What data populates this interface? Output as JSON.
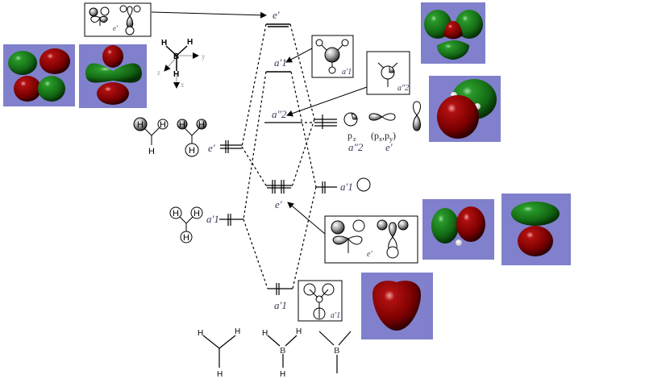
{
  "colors": {
    "panel_bg": "#8080cc",
    "lobe_red": "#8b0000",
    "lobe_green": "#1a7a1a",
    "line": "#000000",
    "axis_gray": "#999999"
  },
  "coordinate_axes": {
    "atoms": [
      "H",
      "H",
      "B",
      "H"
    ],
    "axes": [
      "y",
      "z",
      "x"
    ]
  },
  "mo_levels": [
    {
      "id": "e-prime-antibonding",
      "label": "e′",
      "electrons": 0
    },
    {
      "id": "a1-prime-antibonding",
      "label": "a′1",
      "electrons": 0
    },
    {
      "id": "a2-double-prime-nonbonding",
      "label": "a″2",
      "electrons": 0
    },
    {
      "id": "e-prime-bonding",
      "label": "e′",
      "electrons": 4
    },
    {
      "id": "a1-prime-bonding",
      "label": "a′1",
      "electrons": 2
    }
  ],
  "fragment_h3": {
    "levels": [
      {
        "label": "e′",
        "electrons": 2
      },
      {
        "label": "a′1",
        "electrons": 2
      }
    ],
    "atom_label": "H"
  },
  "fragment_b": {
    "levels": [
      {
        "label": "a′1",
        "electrons": 2
      },
      {
        "label": "p",
        "electrons": 1
      }
    ],
    "p_labels": {
      "pz": "p",
      "pz_sub": "z",
      "pz_sym": "a″2",
      "pxy": "(p",
      "pxy_x": "x",
      "pxy_comma": ",p",
      "pxy_y": "y",
      "pxy_close": ")",
      "pxy_sym": "e′"
    }
  },
  "boxes": {
    "top_e": "e′",
    "a1_antibond": "a′1",
    "a2": "a″2",
    "mid_e": "e′",
    "bottom_a1": "a′1"
  },
  "bottom_structures": {
    "h3": [
      "H",
      "H",
      "H"
    ],
    "bh3": [
      "H",
      "H",
      "B",
      "H"
    ],
    "b": "B"
  }
}
